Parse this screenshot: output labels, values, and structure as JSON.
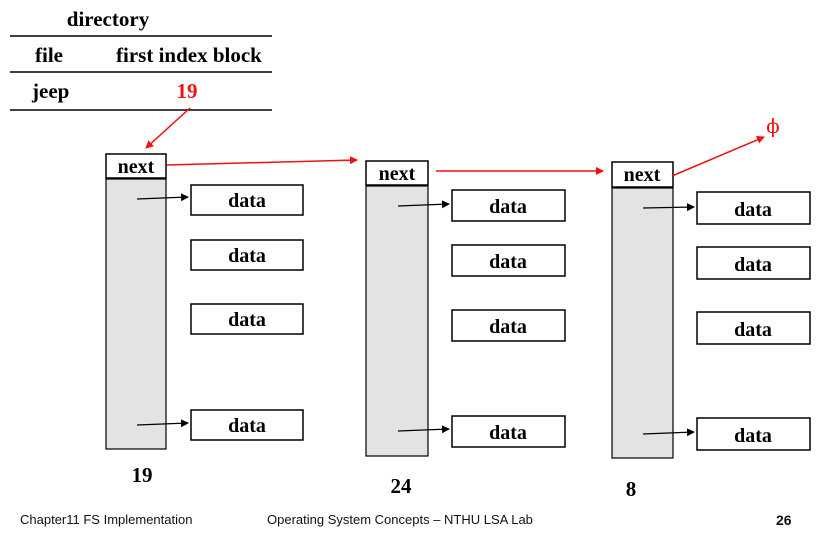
{
  "directory": {
    "title": "directory",
    "col_file": "file",
    "col_index": "first index block",
    "entry_file": "jeep",
    "entry_block": "19"
  },
  "blocks": [
    {
      "next_label": "next",
      "number": "19",
      "data_labels": [
        "data",
        "data",
        "data",
        "data"
      ]
    },
    {
      "next_label": "next",
      "number": "24",
      "data_labels": [
        "data",
        "data",
        "data",
        "data"
      ]
    },
    {
      "next_label": "next",
      "number": "8",
      "data_labels": [
        "data",
        "data",
        "data",
        "data"
      ]
    }
  ],
  "null_symbol": "ϕ",
  "colors": {
    "pointer": "#ee1111",
    "block_fill": "#e3e3e3",
    "outline": "#000000"
  },
  "footer": {
    "left": "Chapter11 FS Implementation",
    "center": "Operating System Concepts – NTHU LSA Lab",
    "page": "26"
  }
}
